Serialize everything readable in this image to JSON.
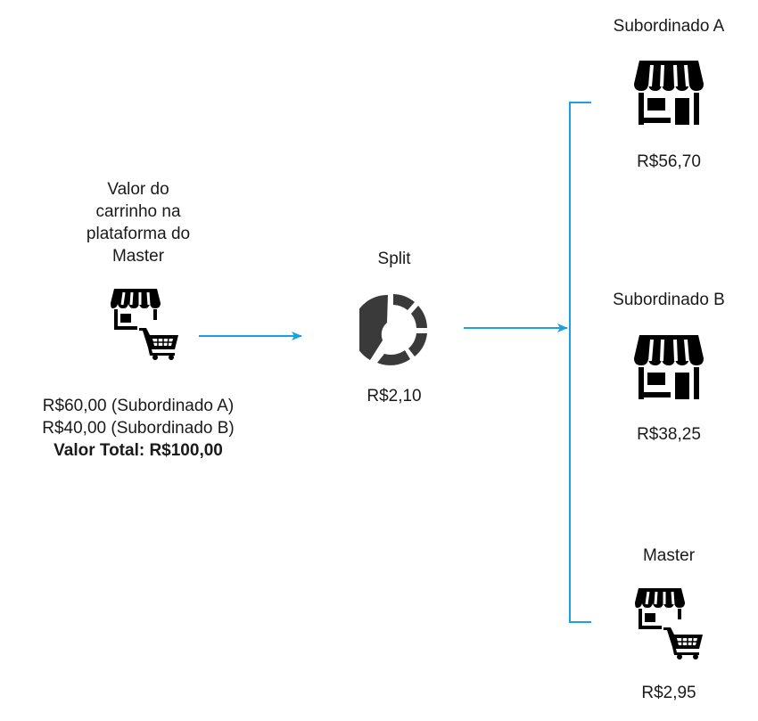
{
  "source": {
    "title_lines": [
      "Valor do",
      "carrinho na",
      "plataforma do",
      "Master"
    ],
    "amount_a": "R$60,00 (Subordinado A)",
    "amount_b": "R$40,00 (Subordinado B)",
    "total": "Valor Total: R$100,00",
    "icon": "store-with-cart-icon"
  },
  "split": {
    "label": "Split",
    "fee": "R$2,10",
    "icon": "split-logo-icon"
  },
  "recipients": [
    {
      "name": "Subordinado A",
      "amount": "R$56,70",
      "icon": "store-icon"
    },
    {
      "name": "Subordinado B",
      "amount": "R$38,25",
      "icon": "store-icon"
    },
    {
      "name": "Master",
      "amount": "R$2,95",
      "icon": "store-with-cart-icon"
    }
  ],
  "colors": {
    "connector": "#1ba1e2",
    "icon": "#000000",
    "logo": "#3a3a3a"
  }
}
